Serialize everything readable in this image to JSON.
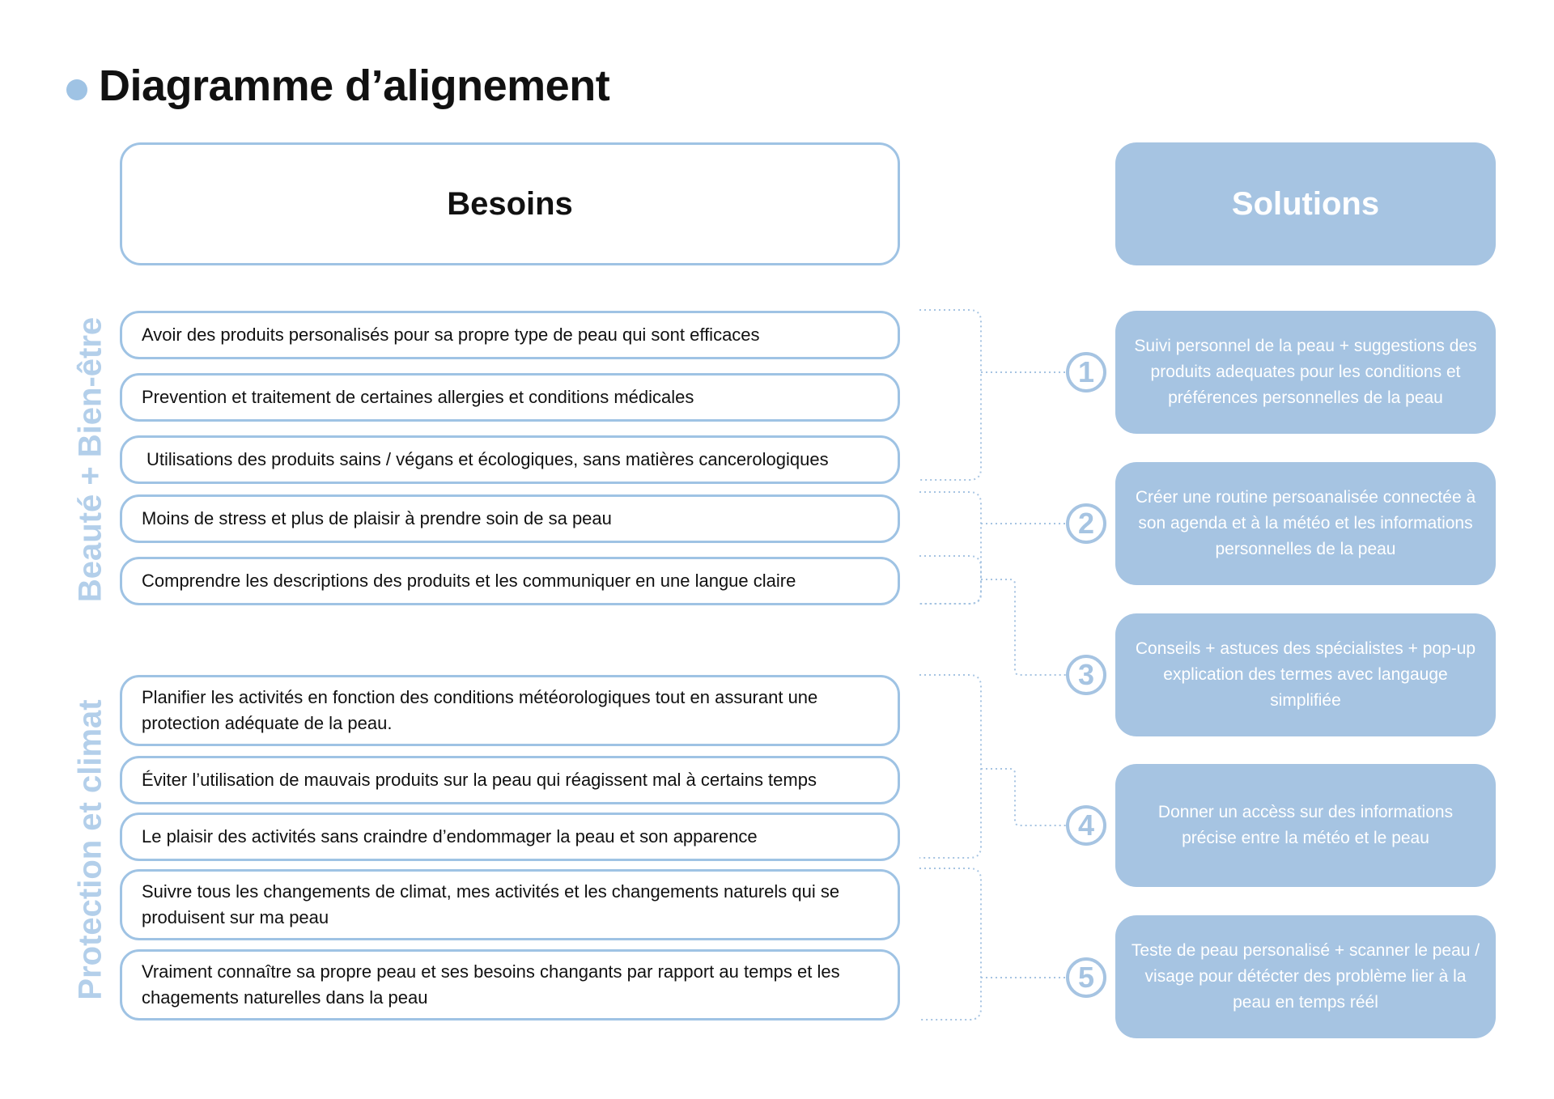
{
  "title": "Diagramme d’alignement",
  "headers": {
    "needs": "Besoins",
    "solutions": "Solutions"
  },
  "categories": [
    {
      "label": "Beauté + Bien-être"
    },
    {
      "label": "Protection  et climat"
    }
  ],
  "needs": [
    {
      "text": "Avoir des produits personalisés pour sa propre type de peau qui sont efficaces"
    },
    {
      "text": "Prevention et traitement de certaines allergies et conditions médicales"
    },
    {
      "text": "Utilisations des produits sains / végans et écologiques, sans matières cancerologiques"
    },
    {
      "text": "Moins de stress et plus de plaisir à prendre soin de sa peau"
    },
    {
      "text": "Comprendre les descriptions des produits et les communiquer en une langue claire"
    },
    {
      "text": "Planifier les activités en fonction des conditions météorologiques tout en assurant une protection adéquate de la peau."
    },
    {
      "text": "Éviter l’utilisation de mauvais produits sur la peau qui réagissent mal à certains temps"
    },
    {
      "text": "Le plaisir des activités sans craindre d’endommager la peau et son apparence"
    },
    {
      "text": "Suivre tous les changements de climat, mes activités et les changements naturels qui se produisent sur ma peau"
    },
    {
      "text": "Vraiment connaître sa propre peau et ses besoins changants par rapport au temps et les chagements naturelles dans la peau"
    }
  ],
  "solutions": [
    {
      "number": "1",
      "text": "Suivi personnel de la peau + suggestions des produits adequates pour les conditions et préférences personnelles de la peau"
    },
    {
      "number": "2",
      "text": "Créer une routine persoanalisée connectée à son agenda et à la météo et les informations personnelles de la peau"
    },
    {
      "number": "3",
      "text": "Conseils + astuces des spécialistes + pop-up explication des termes avec langauge simplifiée"
    },
    {
      "number": "4",
      "text": "Donner un accèss sur des informations précise entre la météo et le peau"
    },
    {
      "number": "5",
      "text": "Teste de peau personalisé + scanner le peau / visage pour détécter des problème lier à la peau en temps réél"
    }
  ],
  "colors": {
    "accent": "#a6c4e2",
    "border": "#9fc3e4",
    "category_text": "#b3cfea",
    "text": "#111111"
  }
}
